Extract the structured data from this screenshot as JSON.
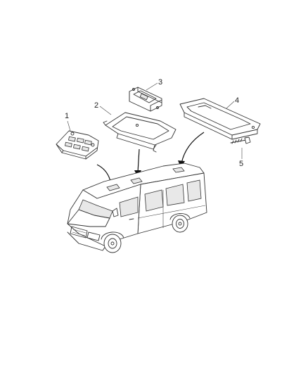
{
  "callouts": [
    {
      "id": "1",
      "label": "1"
    },
    {
      "id": "2",
      "label": "2"
    },
    {
      "id": "3",
      "label": "3"
    },
    {
      "id": "4",
      "label": "4"
    },
    {
      "id": "5",
      "label": "5"
    }
  ],
  "colors": {
    "line": "#333333",
    "background": "#ffffff"
  },
  "icons": [
    "overhead-console-icon",
    "mounting-bracket-icon",
    "dome-lamp-icon",
    "trim-panel-icon",
    "screw-icon",
    "van-icon"
  ]
}
